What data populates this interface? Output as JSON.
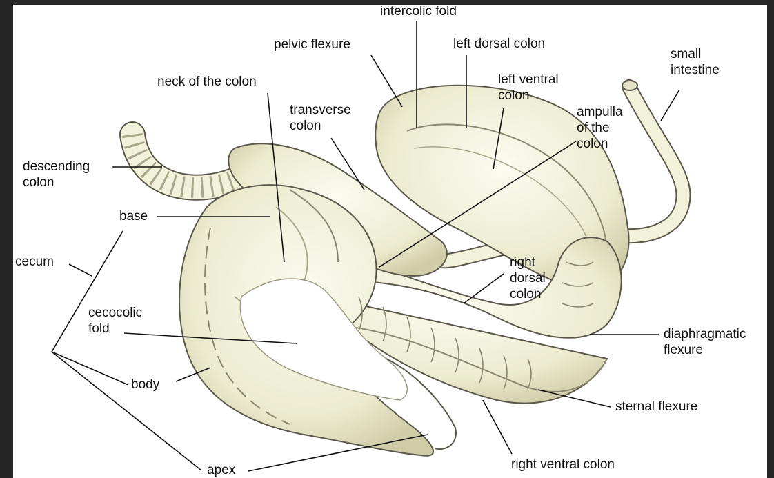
{
  "colors": {
    "background": "#262626",
    "canvas": "#ffffff",
    "organ_fill": "#f2f1da",
    "organ_shadow": "#c9c6a4",
    "organ_outline": "#5a574a",
    "leader_line": "#111111",
    "label_text": "#111111"
  },
  "labels": {
    "intercolic_fold": "intercolic fold",
    "pelvic_flexure": "pelvic flexure",
    "left_dorsal_colon": "left dorsal colon",
    "small_intestine": "small\nintestine",
    "neck_of_the_colon": "neck of the colon",
    "left_ventral_colon": "left ventral\ncolon",
    "transverse_colon": "transverse\ncolon",
    "ampulla_of_the_colon": "ampulla\nof the\ncolon",
    "descending_colon": "descending\ncolon",
    "base": "base",
    "cecum": "cecum",
    "right_dorsal_colon": "right\ndorsal\ncolon",
    "cecocolic_fold": "cecocolic\nfold",
    "diaphragmatic_flexure": "diaphragmatic\nflexure",
    "body": "body",
    "sternal_flexure": "sternal flexure",
    "apex": "apex",
    "right_ventral_colon": "right ventral colon"
  }
}
